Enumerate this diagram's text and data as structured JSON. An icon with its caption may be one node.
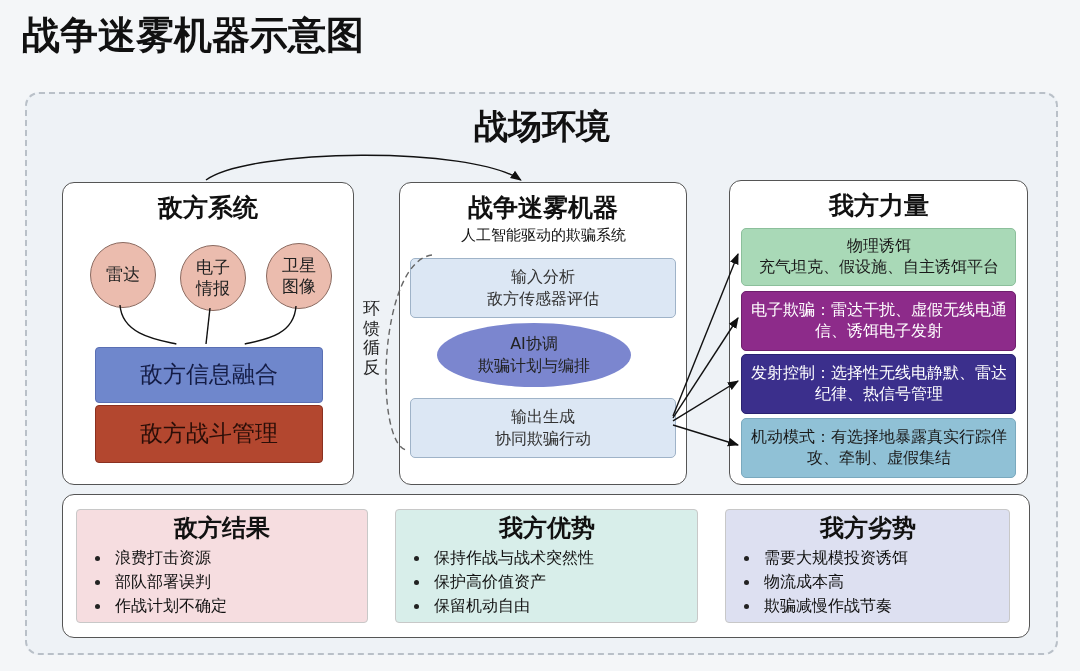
{
  "diagram": {
    "title": "战争迷雾机器示意图",
    "nodes": [
      {
        "text": [
          "战场环境"
        ]
      },
      {
        "text": [
          "敌方系统"
        ],
        "in": 0
      },
      {
        "text": [
          "雷达"
        ],
        "in": 1
      },
      {
        "text": [
          "电子情报"
        ],
        "in": 1
      },
      {
        "text": [
          "卫星图像"
        ],
        "in": 1
      },
      {
        "text": [
          "敌方信息融合"
        ],
        "in": 1
      },
      {
        "text": [
          "敌方战斗管理"
        ],
        "in": 1
      },
      {
        "text": [
          "战争迷雾机器",
          "人工智能驱动的欺骗系统"
        ],
        "in": 0
      },
      {
        "text": [
          "输入分析",
          "敌方传感器评估"
        ],
        "in": 7
      },
      {
        "text": [
          "AI协调",
          "欺骗计划与编排"
        ],
        "in": 7
      },
      {
        "text": [
          "输出生成",
          "协同欺骗行动"
        ],
        "in": 7
      },
      {
        "text": [
          "我方力量"
        ],
        "in": 0
      },
      {
        "text": [
          "物理诱饵",
          "充气坦克、假设施、自主诱饵平台"
        ],
        "in": 11
      },
      {
        "text": [
          "电子欺骗：雷达干扰、虚假无线电通信、诱饵电子发射"
        ],
        "in": 11
      },
      {
        "text": [
          "发射控制：选择性无线电静默、雷达纪律、热信号管理"
        ],
        "in": 11
      },
      {
        "text": [
          "机动模式：有选择地暴露真实行踪佯攻、牵制、虚假集结"
        ],
        "in": 11
      },
      {
        "text": [],
        "shape": "box",
        "in": 0
      },
      {
        "text": [
          "敌方结果",
          "浪费打击资源",
          "部队部署误判",
          "作战计划不确定"
        ],
        "in": 16
      },
      {
        "text": [
          "我方优势",
          "保持作战与战术突然性",
          "保护高价值资产",
          "保留机动自由"
        ],
        "in": 16
      },
      {
        "text": [
          "我方劣势",
          "需要大规模投资诱饵",
          "物流成本高",
          "欺骗减慢作战节奏"
        ],
        "in": 16
      }
    ],
    "edges": [
      {
        "from": 2,
        "to": 5,
        "arrow": "none"
      },
      {
        "from": 3,
        "to": 5,
        "arrow": "none"
      },
      {
        "from": 4,
        "to": 5,
        "arrow": "none"
      },
      {
        "from": 1,
        "to": 7,
        "arrow": "to"
      },
      {
        "from": 10,
        "to": 12,
        "arrow": "to"
      },
      {
        "from": 10,
        "to": 13,
        "arrow": "to"
      },
      {
        "from": 10,
        "to": 14,
        "arrow": "to"
      },
      {
        "from": 10,
        "to": 15,
        "arrow": "to"
      },
      {
        "from": 8,
        "to": 10,
        "arrow": "none",
        "style": "dashed",
        "label": "环馈循反"
      }
    ]
  }
}
